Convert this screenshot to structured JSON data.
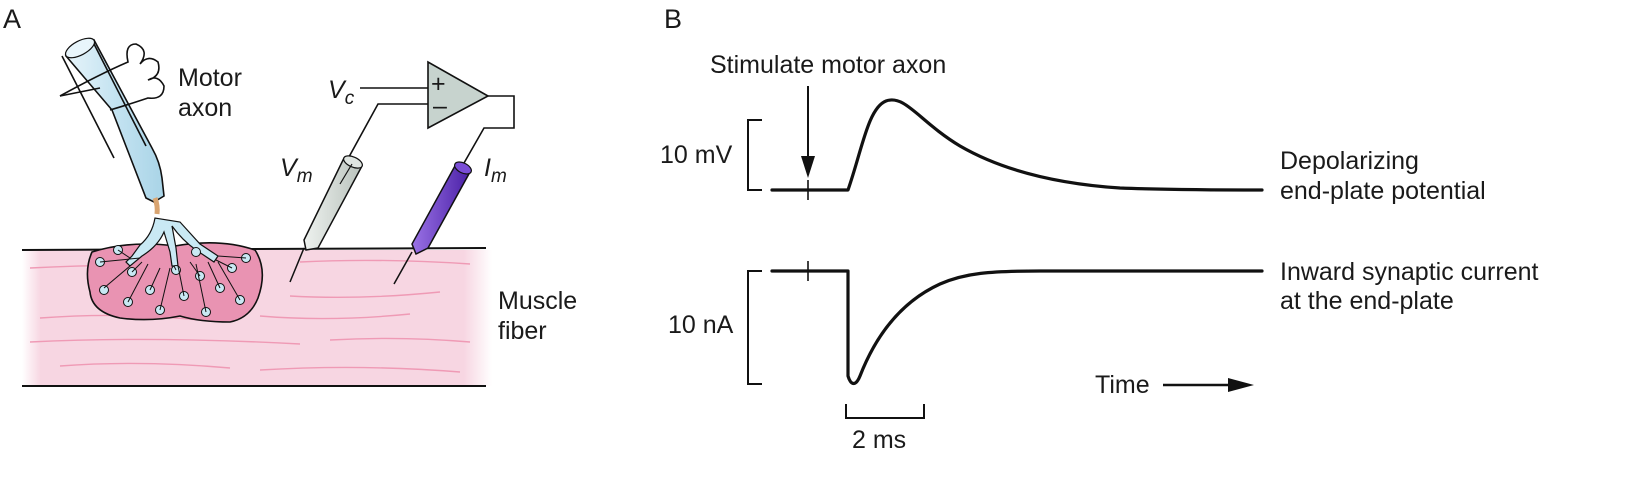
{
  "panel_a": {
    "letter": "A",
    "motor_axon": [
      "Motor",
      "axon"
    ],
    "muscle_fiber": [
      "Muscle",
      "fiber"
    ],
    "vc": {
      "main": "V",
      "sub": "c"
    },
    "vm": {
      "main": "V",
      "sub": "m"
    },
    "im": {
      "main": "I",
      "sub": "m"
    },
    "amp_plus": "+",
    "amp_minus": "–"
  },
  "panel_b": {
    "letter": "B",
    "stimulus": "Stimulate motor axon",
    "voltage_scale": "10 mV",
    "current_scale": "10 nA",
    "trace_top": [
      "Depolarizing",
      "end-plate potential"
    ],
    "trace_bottom": [
      "Inward synaptic current",
      "at the end-plate"
    ],
    "time": "Time",
    "time_scale": "2 ms"
  },
  "colors": {
    "pipette_blue": "#c9e6f2",
    "muscle_pink": "#f6d3df",
    "endplate_pink": "#e98fb0",
    "electrode_gray": "#cfd6d0",
    "electrode_purple": "#6b35c6",
    "amplifier_gray": "#c6d2cd"
  }
}
